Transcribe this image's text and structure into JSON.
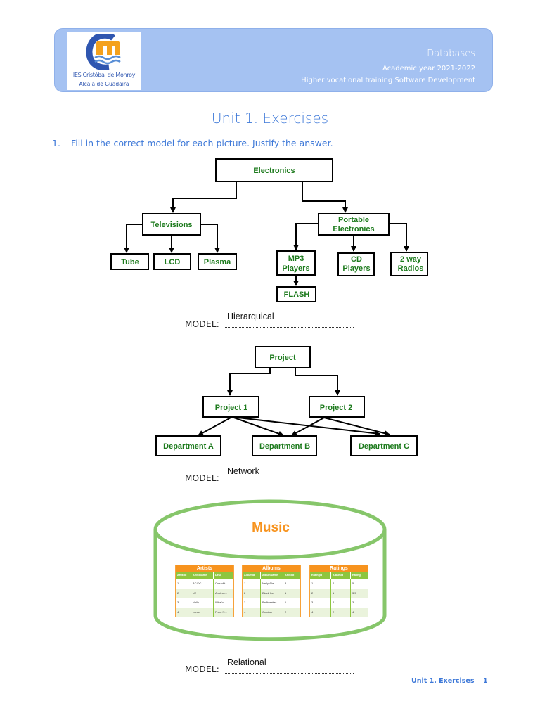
{
  "header": {
    "logo": {
      "institution": "IES Cristóbal de Monroy",
      "town": "Alcalá de Guadaira",
      "brand_colors": {
        "c": "#2f56b0",
        "m": "#f4a11d",
        "waves": "#5a8fd6"
      }
    },
    "subject": "Databases",
    "academic_year": "Academic year 2021-2022",
    "program": "Higher vocational training Software Development",
    "background_color": "#a5c2f2"
  },
  "title": "Unit 1. Exercises",
  "question": {
    "number": "1.",
    "text": "Fill in the correct model for each picture. Justify the answer."
  },
  "diagrams": [
    {
      "kind": "hierarchical-tree",
      "nodes": {
        "root": "Electronics",
        "televisions": "Televisions",
        "portable": [
          "Portable",
          "Electronics"
        ],
        "tube": "Tube",
        "lcd": "LCD",
        "plasma": "Plasma",
        "mp3": [
          "MP3",
          "Players"
        ],
        "cd": [
          "CD",
          "Players"
        ],
        "radios": [
          "2 way",
          "Radios"
        ],
        "flash": "FLASH"
      },
      "model_label": "MODEL:",
      "answer": "Hierarquical"
    },
    {
      "kind": "network-graph",
      "nodes": {
        "root": "Project",
        "p1": "Project 1",
        "p2": "Project 2",
        "da": "Department A",
        "db": "Department B",
        "dc": "Department C"
      },
      "model_label": "MODEL:",
      "answer": "Network"
    },
    {
      "kind": "relational-database",
      "database_name": "Music",
      "tables": [
        {
          "name": "Artists",
          "columns": [
            "ArtistId",
            "ArtistName",
            "Desc"
          ],
          "rows": [
            [
              "1",
              "AC/DC",
              "One of t..."
            ],
            [
              "2",
              "U2",
              "Another..."
            ],
            [
              "3",
              "Nelly",
              "What'v..."
            ],
            [
              "4",
              "Lorde",
              "From N..."
            ]
          ]
        },
        {
          "name": "Albums",
          "columns": [
            "AlbumId",
            "AlbumName",
            "ArtistId"
          ],
          "rows": [
            [
              "1",
              "NellyVille",
              "3"
            ],
            [
              "2",
              "Black Ice",
              "1"
            ],
            [
              "3",
              "Ballbreaker",
              "1"
            ],
            [
              "4",
              "October",
              "2"
            ]
          ]
        },
        {
          "name": "Ratings",
          "columns": [
            "RatingId",
            "AlbumId",
            "Rating"
          ],
          "rows": [
            [
              "1",
              "2",
              "5"
            ],
            [
              "2",
              "1",
              "3.5"
            ],
            [
              "3",
              "4",
              "3"
            ],
            [
              "4",
              "2",
              "4"
            ]
          ]
        }
      ],
      "model_label": "MODEL:",
      "answer": "Relational"
    }
  ],
  "footer": {
    "title": "Unit 1. Exercises",
    "page": "1"
  }
}
